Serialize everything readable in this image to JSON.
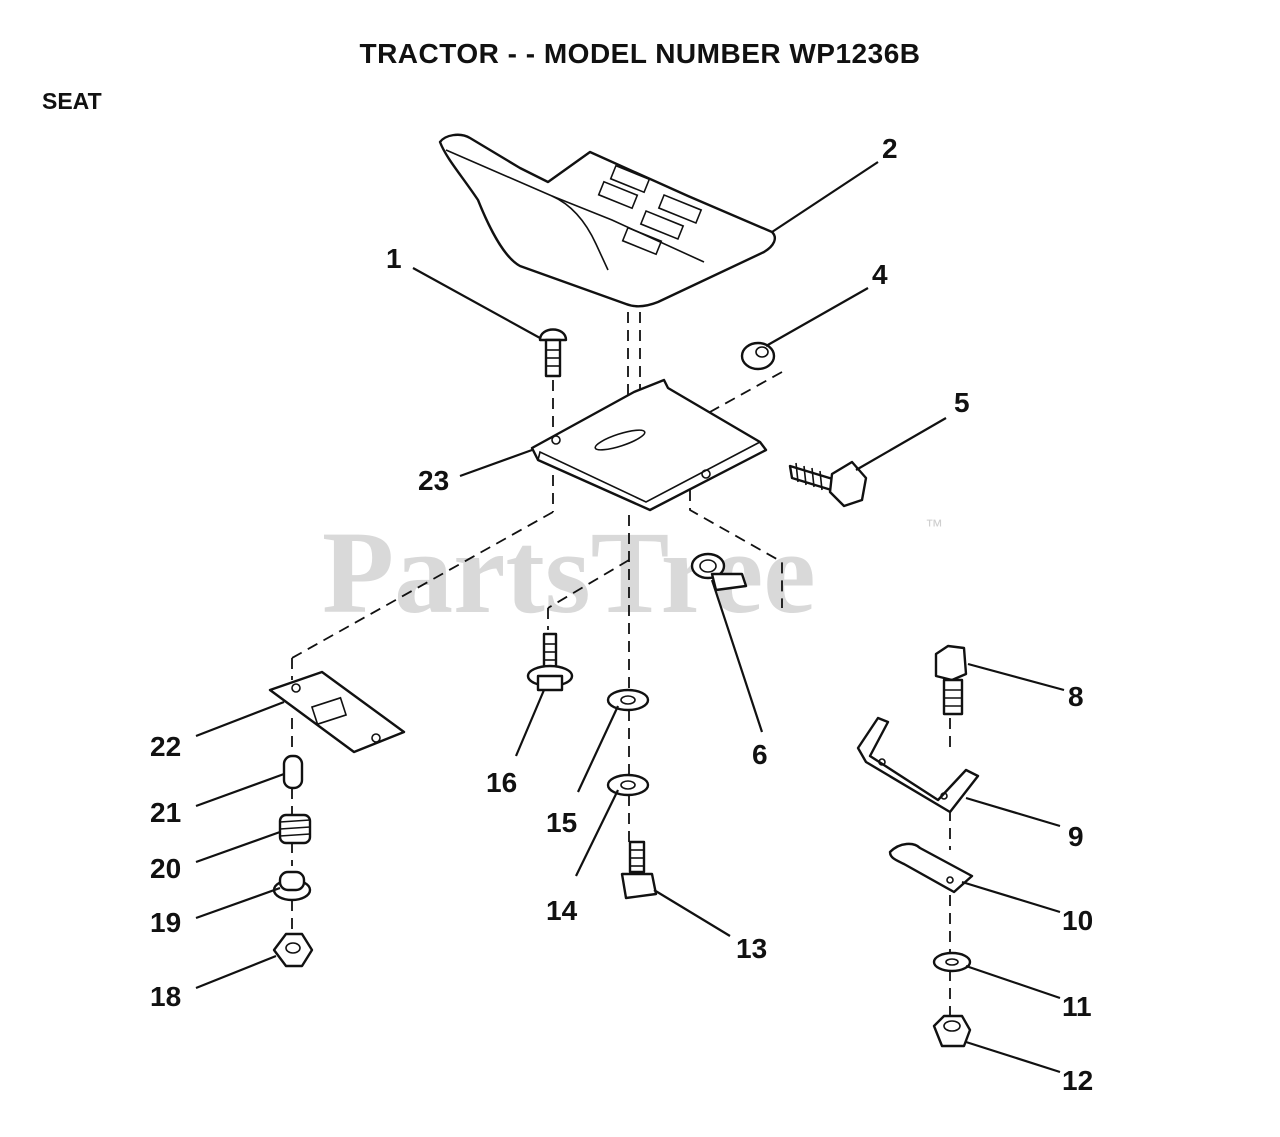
{
  "header": {
    "title": "TRACTOR - - MODEL NUMBER WP1236B",
    "section": "SEAT"
  },
  "watermark": {
    "text": "PartsTree",
    "trademark": "™",
    "color": "#d9d9d9"
  },
  "callouts": {
    "c1": "1",
    "c2": "2",
    "c4": "4",
    "c5": "5",
    "c6": "6",
    "c8": "8",
    "c9": "9",
    "c10": "10",
    "c11": "11",
    "c12": "12",
    "c13": "13",
    "c14": "14",
    "c15": "15",
    "c16": "16",
    "c18": "18",
    "c19": "19",
    "c20": "20",
    "c21": "21",
    "c22": "22",
    "c23": "23"
  }
}
